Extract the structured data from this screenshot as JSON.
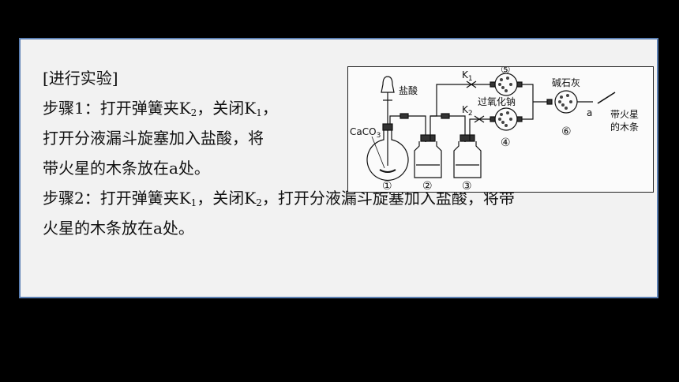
{
  "heading": "[进行实验]",
  "step1": {
    "line1_a": "步骤1：打开弹簧夹K",
    "line1_sub_a": "2",
    "line1_b": "，关闭K",
    "line1_sub_b": "1",
    "line1_c": "，",
    "line2": "打开分液漏斗旋塞加入盐酸，将",
    "line3": "带火星的木条放在a处。"
  },
  "step2": {
    "line1_a": "步骤2：打开弹簧夹K",
    "line1_sub_a": "1",
    "line1_b": "，关闭K",
    "line1_sub_b": "2",
    "line1_c": "，打开分液漏斗旋塞加入盐酸，将带",
    "line2": "火星的木条放在a处。"
  },
  "figure": {
    "hydrochloric_acid": "盐酸",
    "caco3": "CaCO",
    "caco3_sub": "3",
    "k1": "K",
    "k1_sub": "1",
    "k2": "K",
    "k2_sub": "2",
    "sodium_peroxide": "过氧化钠",
    "soda_lime": "碱石灰",
    "point_a": "a",
    "splint_line1": "带火星",
    "splint_line2": "的木条",
    "n1": "①",
    "n2": "②",
    "n3": "③",
    "n4": "④",
    "n5": "⑤",
    "n6": "⑥"
  }
}
